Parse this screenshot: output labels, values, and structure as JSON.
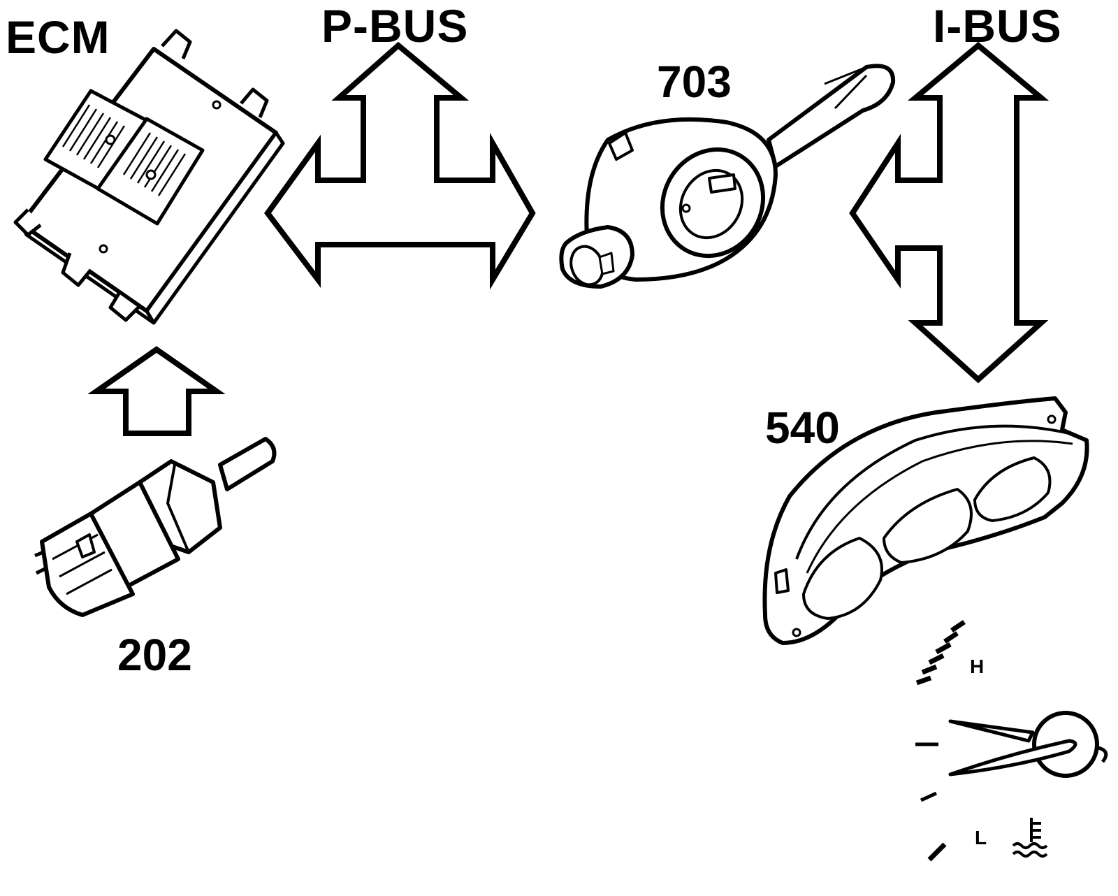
{
  "labels": {
    "ecm": "ECM",
    "p_bus": "P-BUS",
    "i_bus": "I-BUS",
    "steering_module": "703",
    "instrument_cluster": "540",
    "temp_sensor": "202",
    "gauge_high": "H",
    "gauge_low": "L"
  },
  "colors": {
    "line": "#000000",
    "background": "#ffffff"
  }
}
